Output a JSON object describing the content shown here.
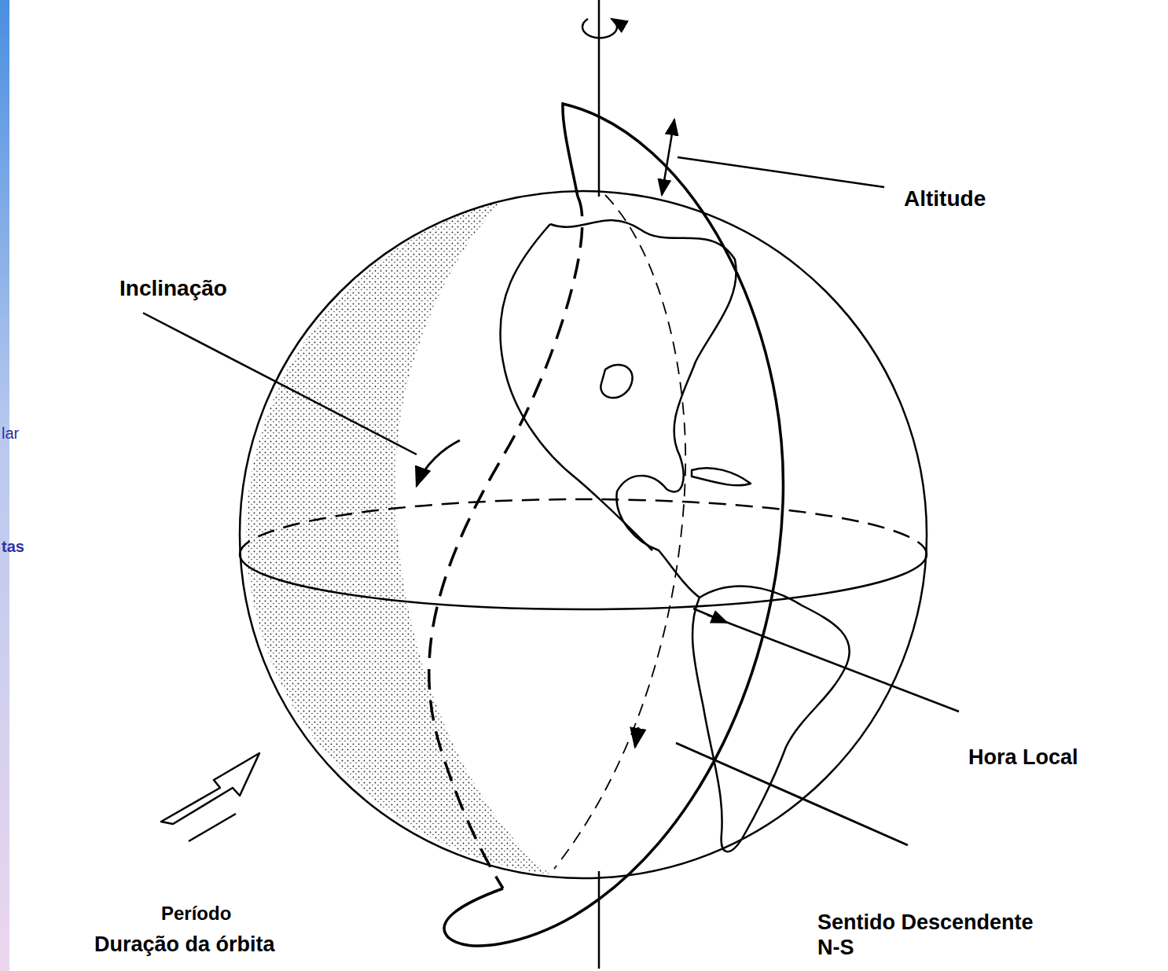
{
  "diagram": {
    "labels": [
      "Altitude",
      "Inclinação",
      "lar",
      "tas",
      "Hora Local",
      "Período",
      "Duração da órbita",
      "Sentido Descendente N-S"
    ]
  }
}
